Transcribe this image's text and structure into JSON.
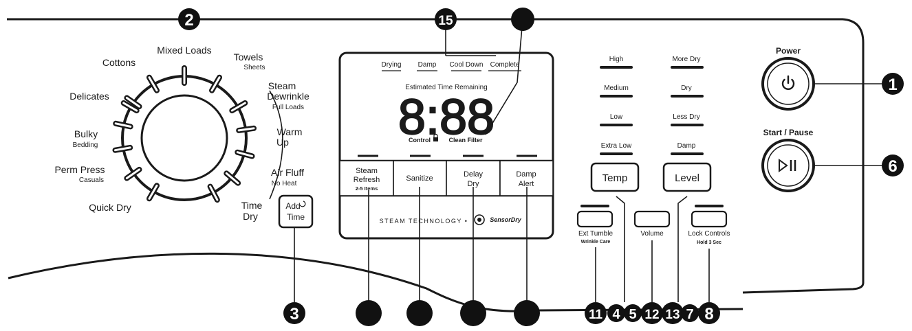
{
  "callouts": {
    "c1": "1",
    "c2": "2",
    "c3": "3",
    "c4": "4",
    "c5": "5",
    "c6": "6",
    "c7": "7",
    "c8": "8",
    "c11": "11",
    "c12": "12",
    "c13": "13",
    "c15": "15"
  },
  "dial": {
    "cottons": "Cottons",
    "mixed_loads": "Mixed Loads",
    "towels": "Towels",
    "sheets": "Sheets",
    "steam_1": "Steam",
    "steam_2": "Dewrinkle",
    "steam_3": "Full Loads",
    "delicates": "Delicates",
    "bulky": "Bulky",
    "bedding": "Bedding",
    "warm_1": "Warm",
    "warm_2": "Up",
    "perm_press": "Perm Press",
    "casuals": "Casuals",
    "air_fluff": "Air Fluff",
    "no_heat": "No Heat",
    "quick_dry": "Quick Dry",
    "time_dry_1": "Time",
    "time_dry_2": "Dry",
    "add_time_1": "Add",
    "add_time_2": "Time"
  },
  "display": {
    "status": [
      "Drying",
      "Damp",
      "Cool Down",
      "Complete"
    ],
    "estimated": "Estimated Time Remaining",
    "digits": "8:88",
    "control": "Control",
    "clean_filter": "Clean Filter",
    "btn_steam_1": "Steam",
    "btn_steam_2": "Refresh",
    "btn_steam_3": "2-5 Items",
    "btn_sanitize": "Sanitize",
    "btn_delay_1": "Delay",
    "btn_delay_2": "Dry",
    "btn_damp_1": "Damp",
    "btn_damp_2": "Alert",
    "tech_text": "STEAM TECHNOLOGY •",
    "sensor_dry": "SensorDry"
  },
  "temp": {
    "levels": [
      "High",
      "Medium",
      "Low",
      "Extra Low"
    ],
    "button": "Temp"
  },
  "level": {
    "levels": [
      "More Dry",
      "Dry",
      "Less Dry",
      "Damp"
    ],
    "button": "Level"
  },
  "small_buttons": {
    "ext_tumble": "Ext Tumble",
    "wrinkle_care": "Wrinkle Care",
    "volume": "Volume",
    "lock_controls": "Lock Controls",
    "hold_3_sec": "Hold 3 Sec"
  },
  "power": {
    "label": "Power"
  },
  "start_pause": {
    "label": "Start / Pause"
  }
}
